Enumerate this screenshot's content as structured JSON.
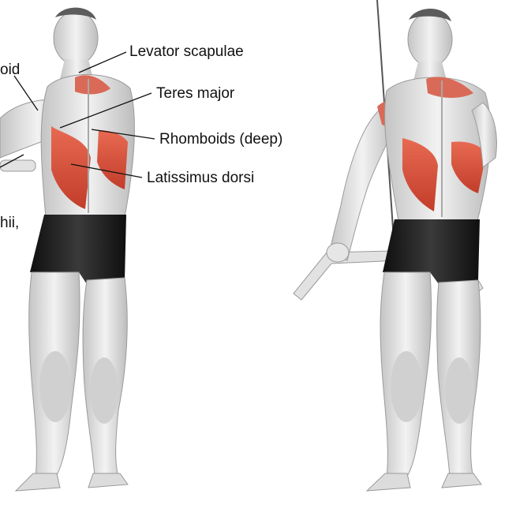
{
  "labels": {
    "deltoid_fragment": "oid",
    "levator_scapulae": "Levator scapulae",
    "teres_major": "Teres major",
    "rhomboids": "Rhomboids (deep)",
    "latissimus_dorsi": "Latissimus dorsi",
    "fragment_hii": "hii,"
  },
  "colors": {
    "background": "#ffffff",
    "muscle_highlight": "#e0604a",
    "muscle_dark": "#c23d2a",
    "skin_light": "#eeeeee",
    "skin_shade": "#b9b9b9",
    "shorts": "#1e1e1e",
    "leader_line": "#111111",
    "label_text": "#111111"
  }
}
